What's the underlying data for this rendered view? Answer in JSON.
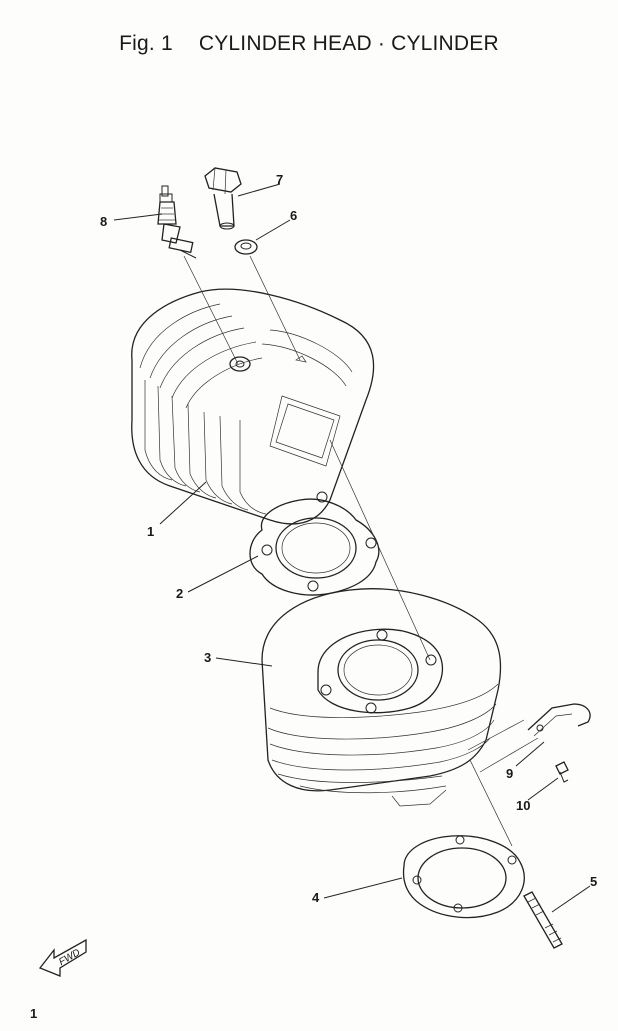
{
  "figure": {
    "number_label": "Fig. 1",
    "title": "CYLINDER HEAD · CYLINDER"
  },
  "callouts": [
    {
      "id": "cylinder-head",
      "label": "1"
    },
    {
      "id": "head-gasket",
      "label": "2"
    },
    {
      "id": "cylinder",
      "label": "3"
    },
    {
      "id": "base-gasket",
      "label": "4"
    },
    {
      "id": "stud-bolt",
      "label": "5"
    },
    {
      "id": "washer",
      "label": "6"
    },
    {
      "id": "bolt",
      "label": "7"
    },
    {
      "id": "spark-plug",
      "label": "8"
    },
    {
      "id": "clamp",
      "label": "9"
    },
    {
      "id": "clamp-screw",
      "label": "10"
    }
  ],
  "fwd_marker": "FWD",
  "page_number": "1"
}
